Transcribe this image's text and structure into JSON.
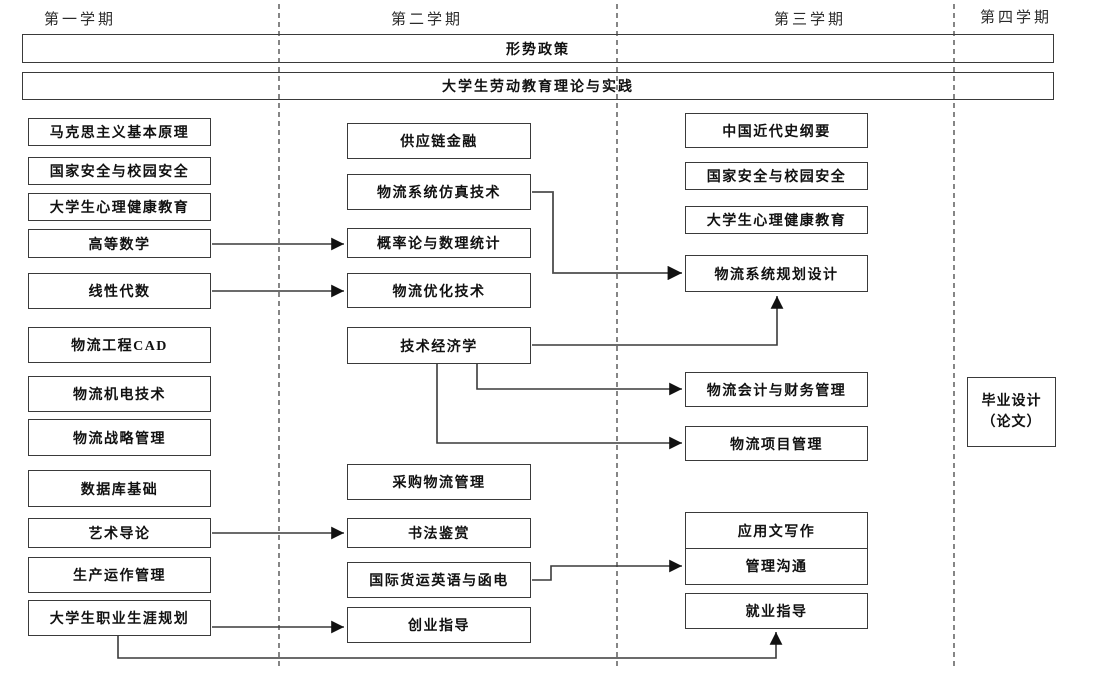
{
  "palette": {
    "line": "#3a3a3a",
    "text": "#111111",
    "background": "#ffffff"
  },
  "headers": {
    "s1": "第一学期",
    "s2": "第二学期",
    "s3": "第三学期",
    "s4": "第四学期"
  },
  "bars": {
    "b1": "形势政策",
    "b2": "大学生劳动教育理论与实践"
  },
  "semester1": [
    "马克思主义基本原理",
    "国家安全与校园安全",
    "大学生心理健康教育",
    "高等数学",
    "线性代数",
    "物流工程CAD",
    "物流机电技术",
    "物流战略管理",
    "数据库基础",
    "艺术导论",
    "生产运作管理",
    "大学生职业生涯规划"
  ],
  "semester2": [
    "供应链金融",
    "物流系统仿真技术",
    "概率论与数理统计",
    "物流优化技术",
    "技术经济学",
    "采购物流管理",
    "书法鉴赏",
    "国际货运英语与函电",
    "创业指导"
  ],
  "semester3": [
    "中国近代史纲要",
    "国家安全与校园安全",
    "大学生心理健康教育",
    "物流系统规划设计",
    "物流会计与财务管理",
    "物流项目管理",
    "应用文写作",
    "管理沟通",
    "就业指导"
  ],
  "semester4": {
    "capstone_line1": "毕业设计",
    "capstone_line2": "（论文）"
  },
  "connections": [
    {
      "from": "高等数学",
      "to": "概率论与数理统计"
    },
    {
      "from": "线性代数",
      "to": "物流优化技术"
    },
    {
      "from": "艺术导论",
      "to": "书法鉴赏"
    },
    {
      "from": "大学生职业生涯规划",
      "to": "创业指导"
    },
    {
      "from": "物流系统仿真技术",
      "to": "物流系统规划设计"
    },
    {
      "from": "技术经济学",
      "to": "物流系统规划设计"
    },
    {
      "from": "技术经济学",
      "to": "物流会计与财务管理"
    },
    {
      "from": "技术经济学",
      "to": "物流项目管理"
    },
    {
      "from": "国际货运英语与函电",
      "to": "管理沟通"
    },
    {
      "from": "大学生职业生涯规划",
      "to": "就业指导"
    }
  ]
}
